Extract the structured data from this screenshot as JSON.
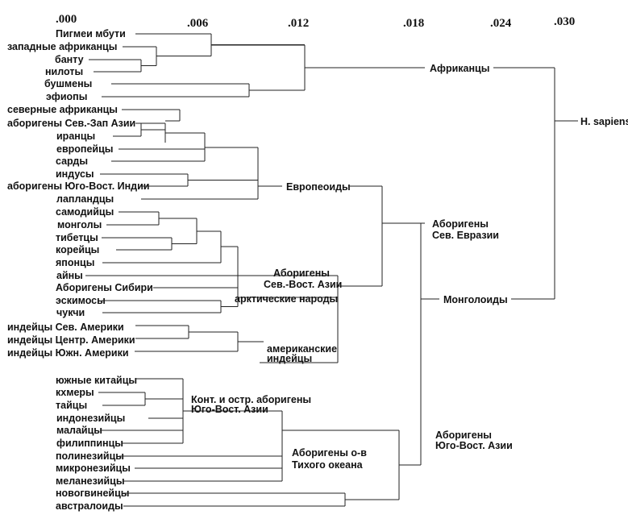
{
  "scale": {
    "ticks": [
      {
        "label": ".000",
        "value": 0.0
      },
      {
        "label": ".006",
        "value": 0.006
      },
      {
        "label": ".012",
        "value": 0.012
      },
      {
        "label": ".018",
        "value": 0.018
      },
      {
        "label": ".024",
        "value": 0.024
      },
      {
        "label": ".030",
        "value": 0.03
      }
    ]
  },
  "leaves": [
    "Пигмеи мбути",
    "западные африканцы",
    "банту",
    "нилоты",
    "бушмены",
    "эфиопы",
    "северные африканцы",
    "аборигены Сев.-Зап Азии",
    "иранцы",
    "европейцы",
    "сарды",
    "индусы",
    "аборигены Юго-Вост. Индии",
    "лапландцы",
    "самодийцы",
    "монголы",
    "тибетцы",
    "корейцы",
    "японцы",
    "айны",
    "Аборигены Сибири",
    "эскимосы",
    "чукчи",
    "индейцы Сев. Америки",
    "индейцы Центр. Америки",
    "индейцы Южн. Америки",
    "южные китайцы",
    "кхмеры",
    "тайцы",
    "индонезийцы",
    "малайцы",
    "филиппинцы",
    "полинезийцы",
    "микронезийцы",
    "меланезийцы",
    "новогвинейцы",
    "австралоиды"
  ],
  "groups": {
    "africans": "Африканцы",
    "caucasoids": "Европеоиды",
    "ne_asia_1": "Аборигены",
    "ne_asia_2": "Сев.-Вост. Азии",
    "arctic": "арктические народы",
    "american_1": "американские",
    "american_2": "индейцы",
    "n_eurasia_1": "Аборигены",
    "n_eurasia_2": "Сев. Евразии",
    "mongoloids": "Монголоиды",
    "sapiens": "H. sapiens",
    "se_asia_1": "Конт. и остр. аборигены",
    "se_asia_2": "Юго-Вост. Азии",
    "pacific_1": "Аборигены о-в",
    "pacific_2": "Тихого океана",
    "se_asia_big_1": "Аборигены",
    "se_asia_big_2": "Юго-Вост. Азии"
  }
}
